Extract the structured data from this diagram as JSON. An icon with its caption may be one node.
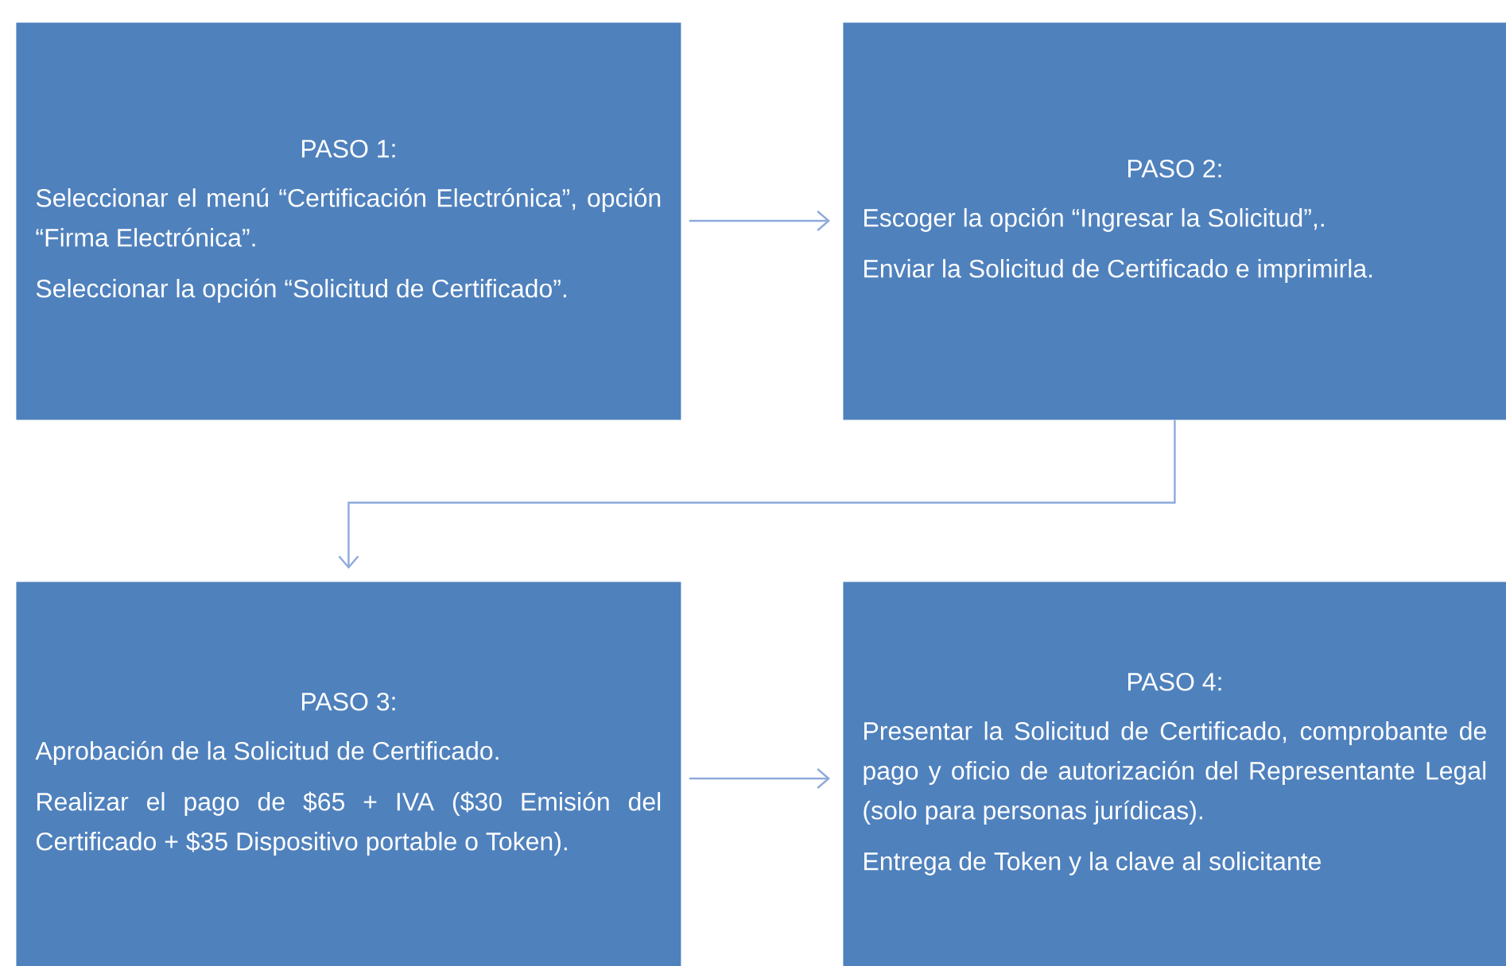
{
  "diagram": {
    "nodes": [
      {
        "text": [
          "PASO 1:",
          "Seleccionar el menú “Certificación Electrónica”, opción “Firma Electrónica”.",
          "Seleccionar la opción “Solicitud de Certificado”."
        ]
      },
      {
        "text": [
          "PASO 2:",
          "Escoger la opción “Ingresar la Solicitud”,.",
          "Enviar la Solicitud de Certificado e imprimirla."
        ]
      },
      {
        "text": [
          "PASO 3:",
          "Aprobación de la Solicitud de Certificado.",
          "Realizar el pago de $65 + IVA ($30 Emisión del Certificado + $35 Dispositivo portable o Token)."
        ]
      },
      {
        "text": [
          "PASO 4:",
          "Presentar la Solicitud de Certificado, comprobante de pago y oficio de autorización del Representante Legal (solo para personas jurídicas).",
          "Entrega de Token y la clave al solicitante"
        ]
      }
    ],
    "edges": [
      {
        "from": 0,
        "to": 1,
        "arrow": "to"
      },
      {
        "from": 1,
        "to": 2,
        "arrow": "to"
      },
      {
        "from": 2,
        "to": 3,
        "arrow": "to"
      }
    ]
  }
}
